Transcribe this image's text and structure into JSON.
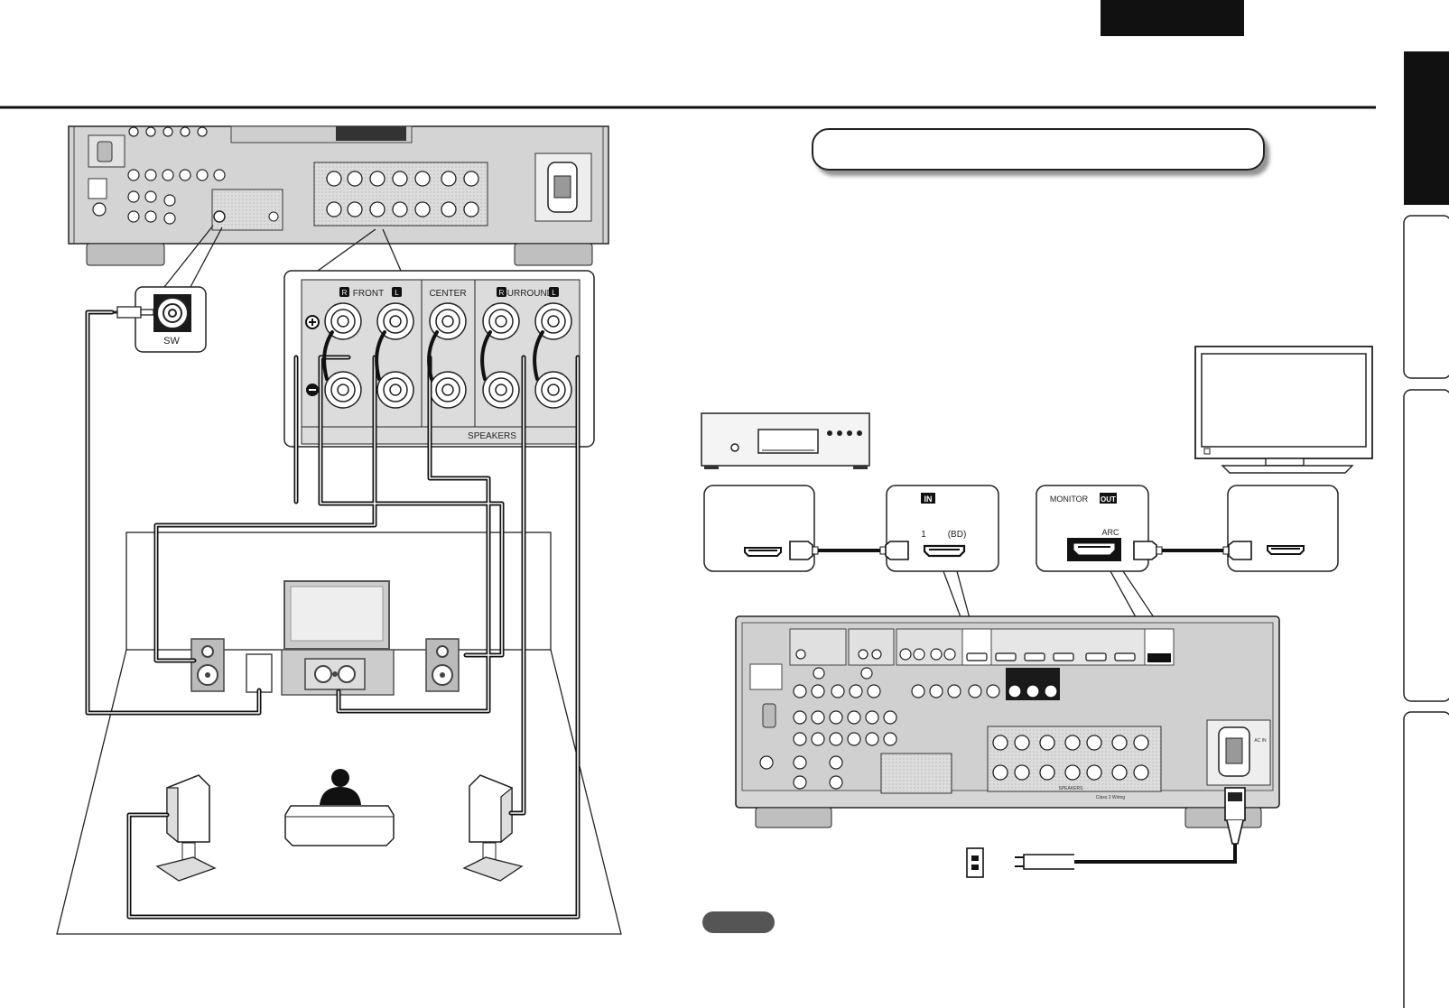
{
  "front_panel": {
    "speakers_label": "SPEAKERS",
    "front_label": "FRONT",
    "center_label": "CENTER",
    "surround_label": "SURROUND",
    "right_badge": "R",
    "left_badge": "L",
    "sw_label": "SW"
  },
  "hdmi": {
    "in_badge": "IN",
    "in_port_number": "1",
    "in_port_name": "(BD)",
    "monitor_label": "MONITOR",
    "out_badge": "OUT",
    "arc_label": "ARC"
  },
  "receiver_rear": {
    "class2_label": "Class 2 Wiring",
    "speakers_label": "SPEAKERS",
    "ac_in_label": "AC IN"
  },
  "colors": {
    "panel": "#d9d9d9",
    "ink": "#1a1a1a",
    "header_block": "#111111",
    "pill": "#555555"
  }
}
